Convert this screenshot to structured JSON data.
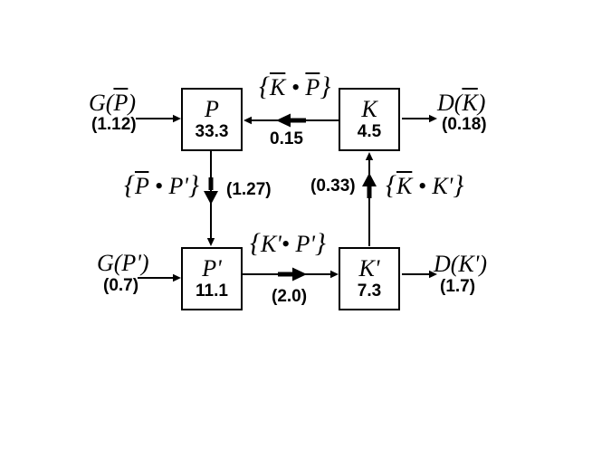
{
  "colors": {
    "ink": "#000000",
    "background": "#ffffff"
  },
  "stocks": {
    "pbar": {
      "letter": [
        {
          "t": "P",
          "ol": true
        }
      ],
      "value": "33.3"
    },
    "kbar": {
      "letter": [
        {
          "t": "K",
          "ol": true
        }
      ],
      "value": "4.5"
    },
    "pprime": {
      "letter": [
        {
          "t": "P'"
        }
      ],
      "value": "11.1"
    },
    "kprime": {
      "letter": [
        {
          "t": "K'"
        }
      ],
      "value": "7.3"
    }
  },
  "externals": {
    "g_pbar": {
      "label": [
        {
          "t": "G("
        },
        {
          "t": "P",
          "ol": true
        },
        {
          "t": ")"
        }
      ],
      "rate": "(1.12)"
    },
    "d_kbar": {
      "label": [
        {
          "t": "D("
        },
        {
          "t": "K",
          "ol": true
        },
        {
          "t": ")"
        }
      ],
      "rate": "(0.18)"
    },
    "g_pprime": {
      "label": [
        {
          "t": "G(P')"
        }
      ],
      "rate": "(0.7)"
    },
    "d_kprime": {
      "label": [
        {
          "t": "D(K')"
        }
      ],
      "rate": "(1.7)"
    }
  },
  "flows": {
    "kbar_to_pbar": {
      "label": [
        {
          "t": "{",
          "br": true
        },
        {
          "t": "K",
          "ol": true
        },
        {
          "t": " • "
        },
        {
          "t": "P",
          "ol": true
        },
        {
          "t": "}",
          "br": true
        }
      ],
      "rate": "0.15"
    },
    "pbar_to_pprime": {
      "label": [
        {
          "t": "{",
          "br": true
        },
        {
          "t": "P",
          "ol": true
        },
        {
          "t": " • P'"
        },
        {
          "t": "}",
          "br": true
        }
      ],
      "rate": "(1.27)"
    },
    "kprime_to_kbar": {
      "label": [
        {
          "t": "{",
          "br": true
        },
        {
          "t": "K",
          "ol": true
        },
        {
          "t": " • K'"
        },
        {
          "t": "}",
          "br": true
        }
      ],
      "rate": "(0.33)"
    },
    "pprime_to_kprime": {
      "label": [
        {
          "t": "{",
          "br": true
        },
        {
          "t": "K'• P'"
        },
        {
          "t": "}",
          "br": true
        }
      ],
      "rate": "(2.0)"
    }
  }
}
